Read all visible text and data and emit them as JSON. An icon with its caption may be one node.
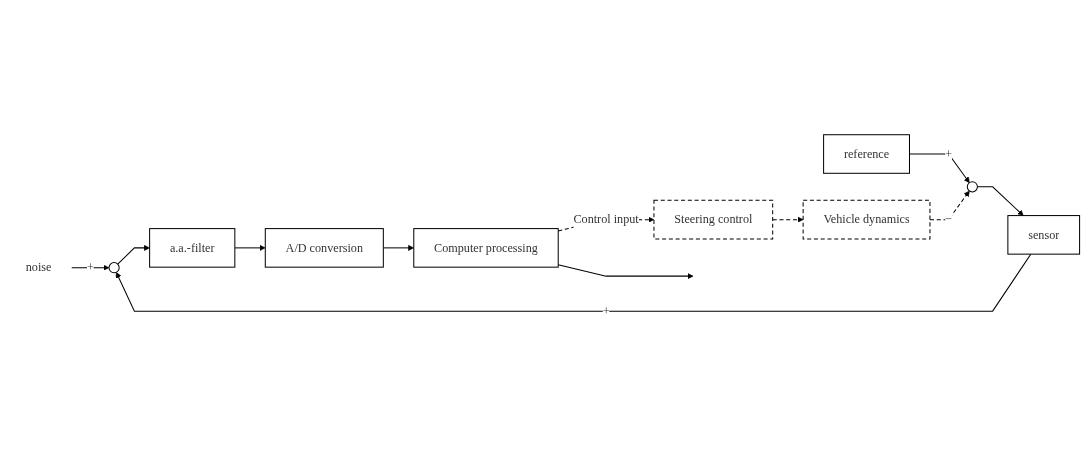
{
  "diagram": {
    "nodes": [
      {
        "text": [
          "noise"
        ]
      },
      {
        "text": [
          "reference"
        ]
      },
      {
        "text": [],
        "shape": "circle"
      },
      {
        "text": [
          "sensor"
        ]
      },
      {
        "text": [],
        "shape": "circle"
      },
      {
        "text": [
          "a.a.-filter"
        ]
      },
      {
        "text": [
          "A/D conversion"
        ]
      },
      {
        "text": [
          "Computer processing"
        ]
      },
      {
        "text": [
          "Steering control"
        ]
      },
      {
        "text": [
          "Vehicle dynamics"
        ]
      }
    ],
    "edges": [
      {
        "from": 1,
        "to": 2,
        "arrow": "to",
        "label": "+"
      },
      {
        "from": 2,
        "to": 3,
        "arrow": "to"
      },
      {
        "from": 3,
        "to": 4,
        "arrow": "to",
        "label": "+"
      },
      {
        "from": 0,
        "to": 4,
        "arrow": "to",
        "label": "+"
      },
      {
        "from": 4,
        "to": 5,
        "arrow": "to"
      },
      {
        "from": 5,
        "to": 6,
        "arrow": "to"
      },
      {
        "from": 6,
        "to": 7,
        "arrow": "to"
      },
      {
        "from": 7,
        "to": null,
        "arrow": "to"
      },
      {
        "from": 7,
        "to": 8,
        "arrow": "to",
        "label": "Control input",
        "style": "dashed"
      },
      {
        "from": 8,
        "to": 9,
        "arrow": "to",
        "style": "dashed"
      },
      {
        "from": 9,
        "to": 2,
        "arrow": "to",
        "label": "−",
        "style": "dashed"
      }
    ]
  }
}
